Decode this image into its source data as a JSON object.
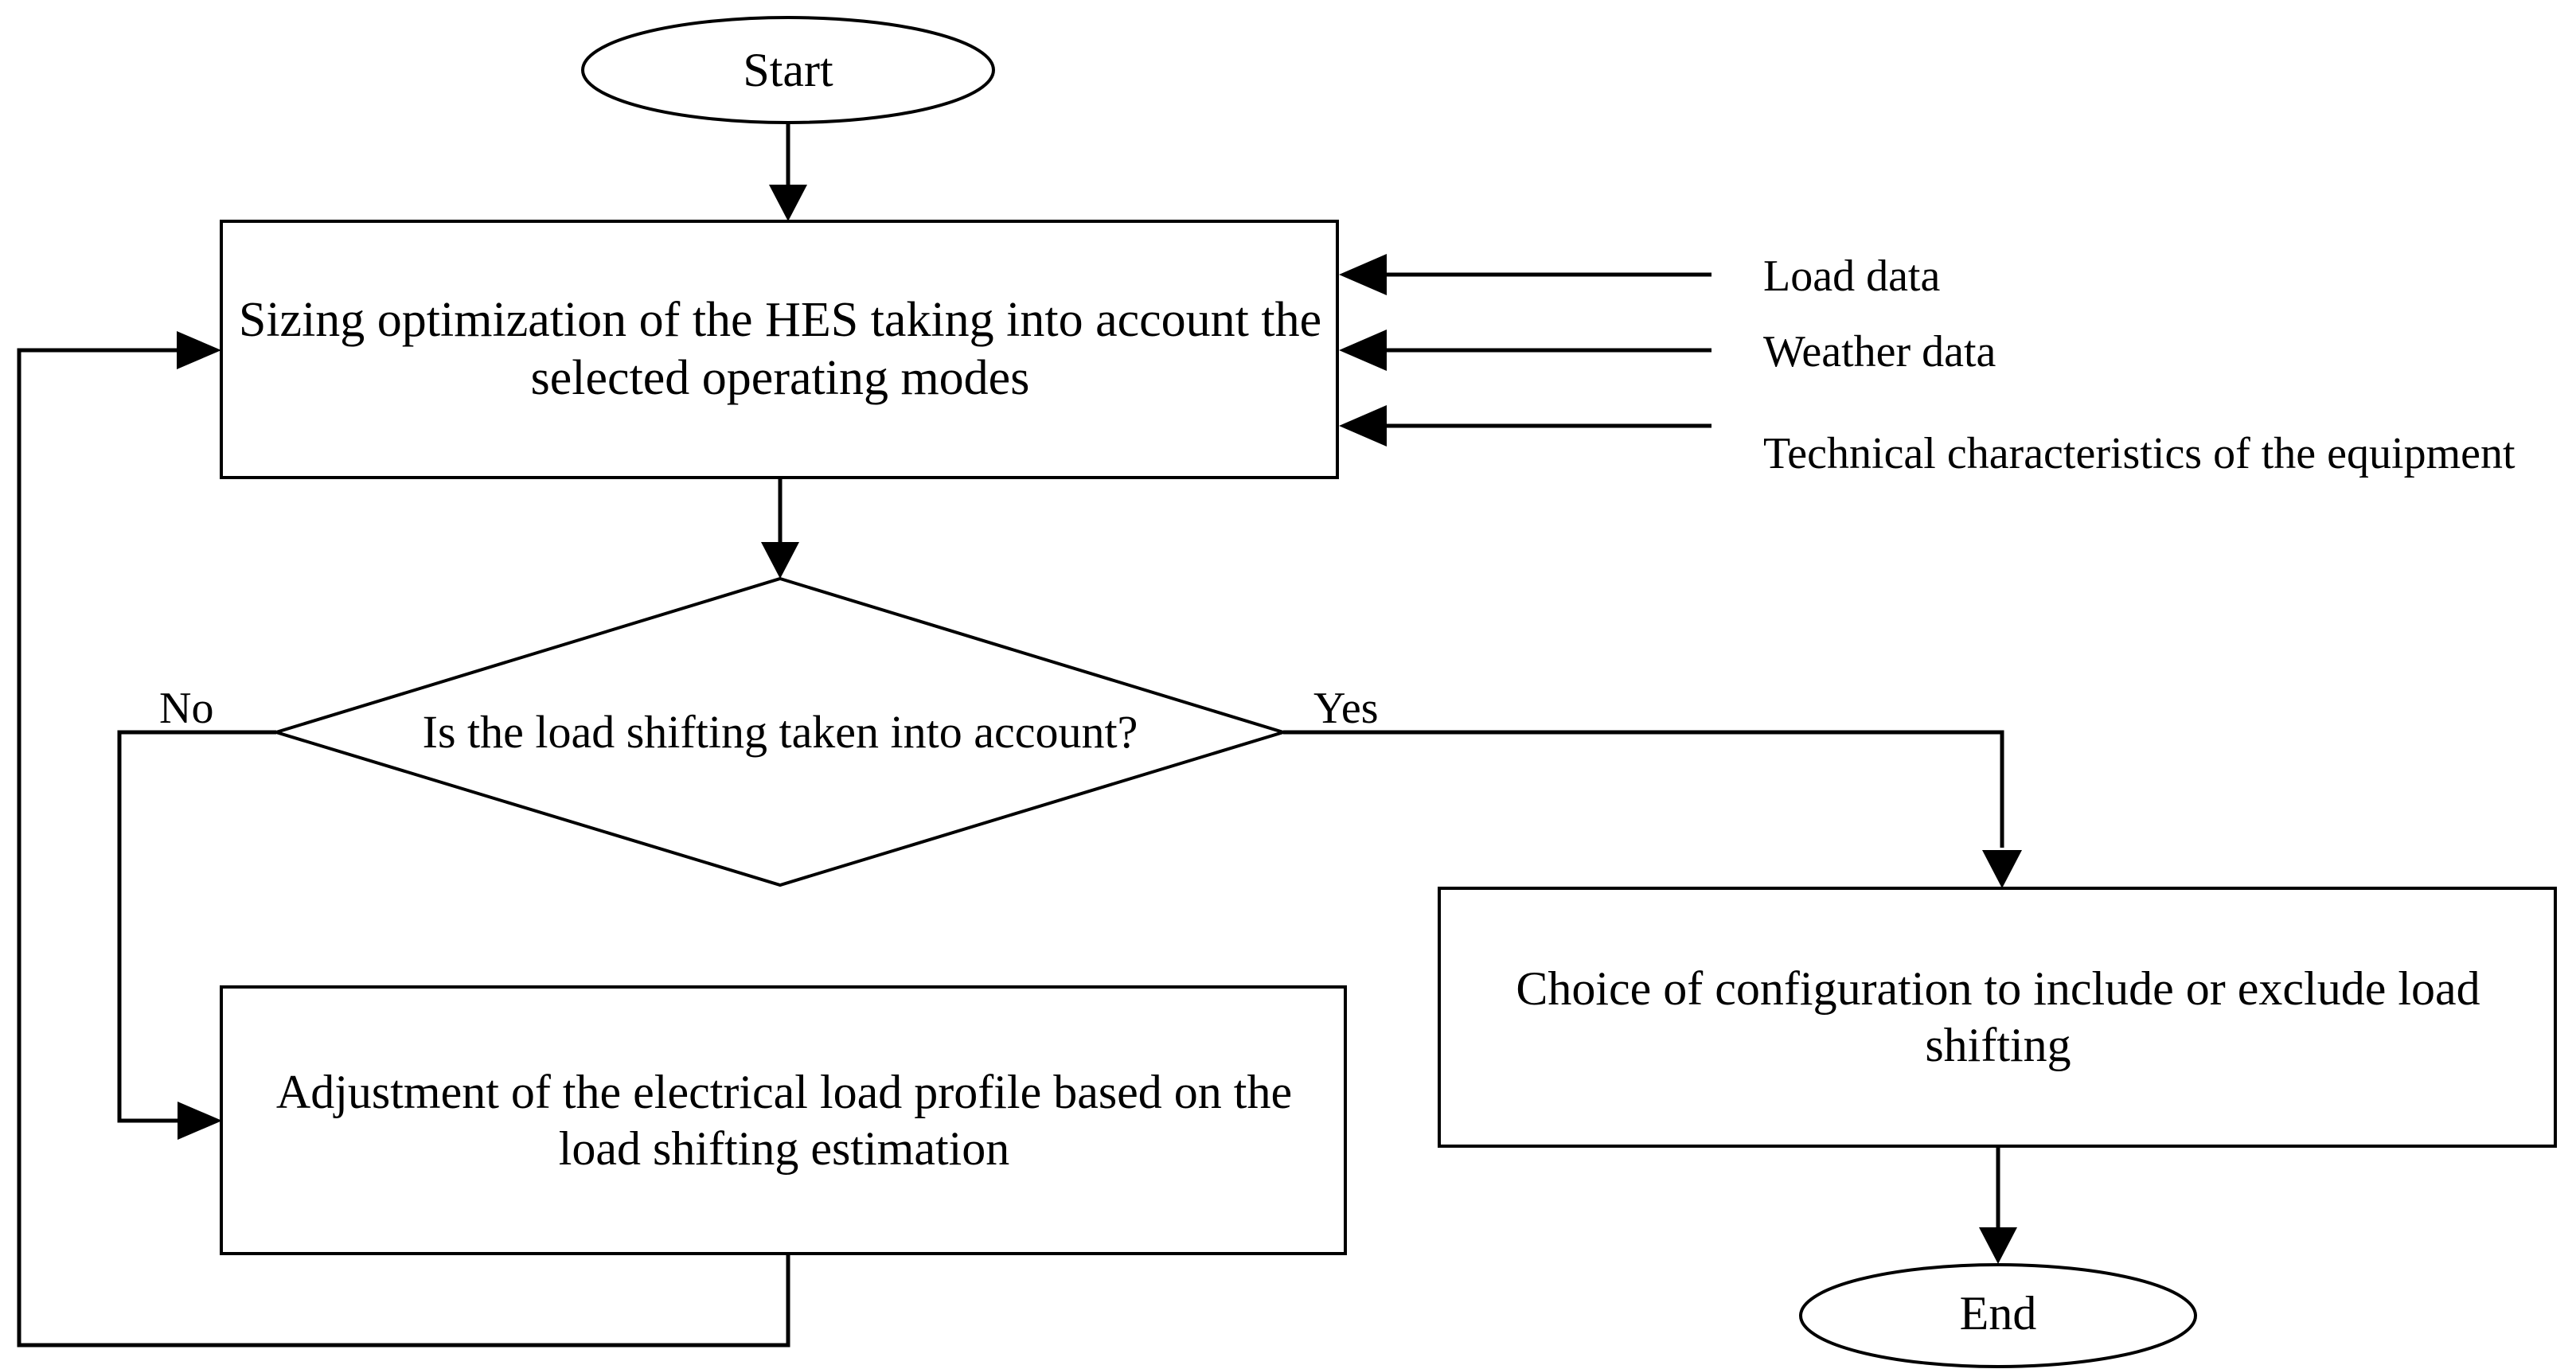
{
  "diagram": {
    "title": "Sizing optimization flowchart with load shifting decision",
    "line_color": "#000000",
    "fill_color": "#ffffff"
  },
  "nodes": {
    "start": {
      "label": "Start",
      "shape": "ellipse"
    },
    "sizing": {
      "label": "Sizing optimization of the HES taking into account the selected operating modes",
      "shape": "process"
    },
    "decision": {
      "label": "Is the load shifting taken into account?",
      "shape": "decision"
    },
    "adjustment": {
      "label": "Adjustment of the electrical load profile based on the load shifting estimation",
      "shape": "process"
    },
    "configuration": {
      "label": "Choice of configuration to include or exclude load shifting",
      "shape": "process"
    },
    "end": {
      "label": "End",
      "shape": "ellipse"
    }
  },
  "branch_labels": {
    "no": "No",
    "yes": "Yes"
  },
  "inputs": [
    {
      "label": "Load data"
    },
    {
      "label": "Weather data"
    },
    {
      "label": "Technical characteristics of the equipment"
    }
  ]
}
